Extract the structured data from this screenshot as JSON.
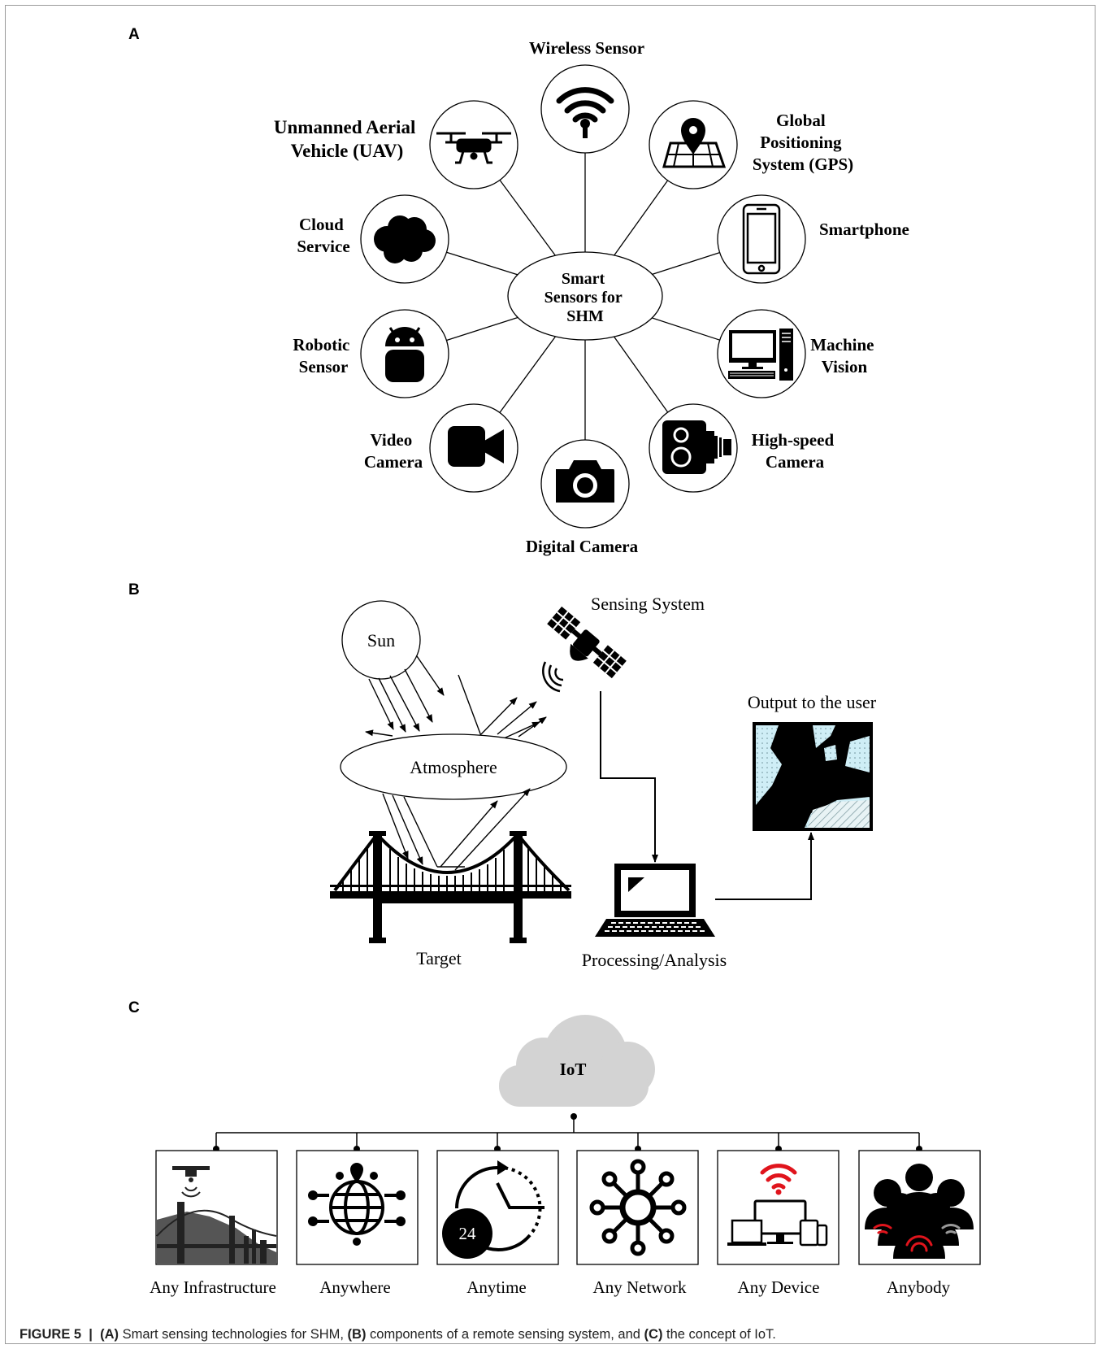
{
  "panel_a": {
    "letter": "A",
    "center": [
      "Smart",
      "Sensors for",
      "SHM"
    ],
    "items": {
      "wireless": [
        "Wireless Sensor"
      ],
      "uav": [
        "Unmanned Aerial",
        "Vehicle (UAV)"
      ],
      "gps": [
        "Global",
        "Positioning",
        "System (GPS)"
      ],
      "cloud": [
        "Cloud",
        "Service"
      ],
      "smartphone": [
        "Smartphone"
      ],
      "robotic": [
        "Robotic",
        "Sensor"
      ],
      "machine": [
        "Machine",
        "Vision"
      ],
      "video": [
        "Video",
        "Camera"
      ],
      "highspeed": [
        "High-speed",
        "Camera"
      ],
      "digital": [
        "Digital Camera"
      ]
    }
  },
  "panel_b": {
    "letter": "B",
    "sun": "Sun",
    "sensing": "Sensing  System",
    "atmosphere": "Atmosphere",
    "output": "Output to the user",
    "target": "Target",
    "processing": "Processing/Analysis"
  },
  "panel_c": {
    "letter": "C",
    "cloud": "IoT",
    "clock_number": "24",
    "items": [
      "Any  Infrastructure",
      "Anywhere",
      "Anytime",
      "Any  Network",
      "Any  Device",
      "Anybody"
    ]
  },
  "caption": {
    "figure": "FIGURE 5",
    "sep": "  |  ",
    "a_tag": "(A)",
    "a_text": " Smart sensing technologies for SHM, ",
    "b_tag": "(B)",
    "b_text": " components of a remote sensing system, and ",
    "c_tag": "(C)",
    "c_text": " the concept of IoT."
  },
  "colors": {
    "accent_red": "#e0141c",
    "cloud_gray": "#d3d3d3",
    "map_blue": "#cfeef6",
    "frame_gray": "#9a9a9a"
  }
}
